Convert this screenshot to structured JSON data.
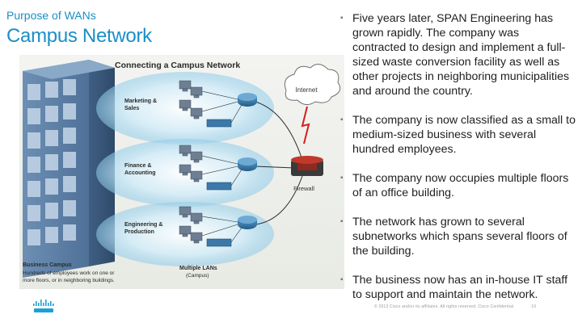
{
  "header": {
    "section": "Purpose of WANs",
    "title": "Campus Network"
  },
  "diagram": {
    "title": "Connecting a Campus Network",
    "groups": [
      "Marketing &",
      "Sales",
      "Finance &",
      "Accounting",
      "Engineering &",
      "Production"
    ],
    "internet": "Internet",
    "firewall": "Firewall",
    "campus_title": "Business Campus",
    "campus_desc_1": "Hundreds of employees work on one or",
    "campus_desc_2": "more floors, or in neighboring buildings.",
    "lans_title": "Multiple LANs",
    "lans_sub": "(Campus)"
  },
  "bullets": [
    "Five years later, SPAN Engineering has grown rapidly.  The company was contracted to design and implement a full-sized waste conversion facility as well as other projects in neighboring municipalities and around the country.",
    "The company is now classified as a small to medium-sized business with several hundred employees.",
    "The company now occupies multiple floors of an office building.",
    "The network has grown to several subnetworks which spans several floors of the building.",
    "The business now has an in-house IT staff to support and maintain the network."
  ],
  "footer": {
    "copyright": "© 2013 Cisco and/or its affiliates. All rights reserved.   Cisco Confidential",
    "page": "10"
  },
  "colors": {
    "accent": "#1a8fc7",
    "building": "#5a7fa6",
    "glow": "#a9d8f0",
    "router": "#2e6e9e",
    "firewall": "#c0392b"
  }
}
